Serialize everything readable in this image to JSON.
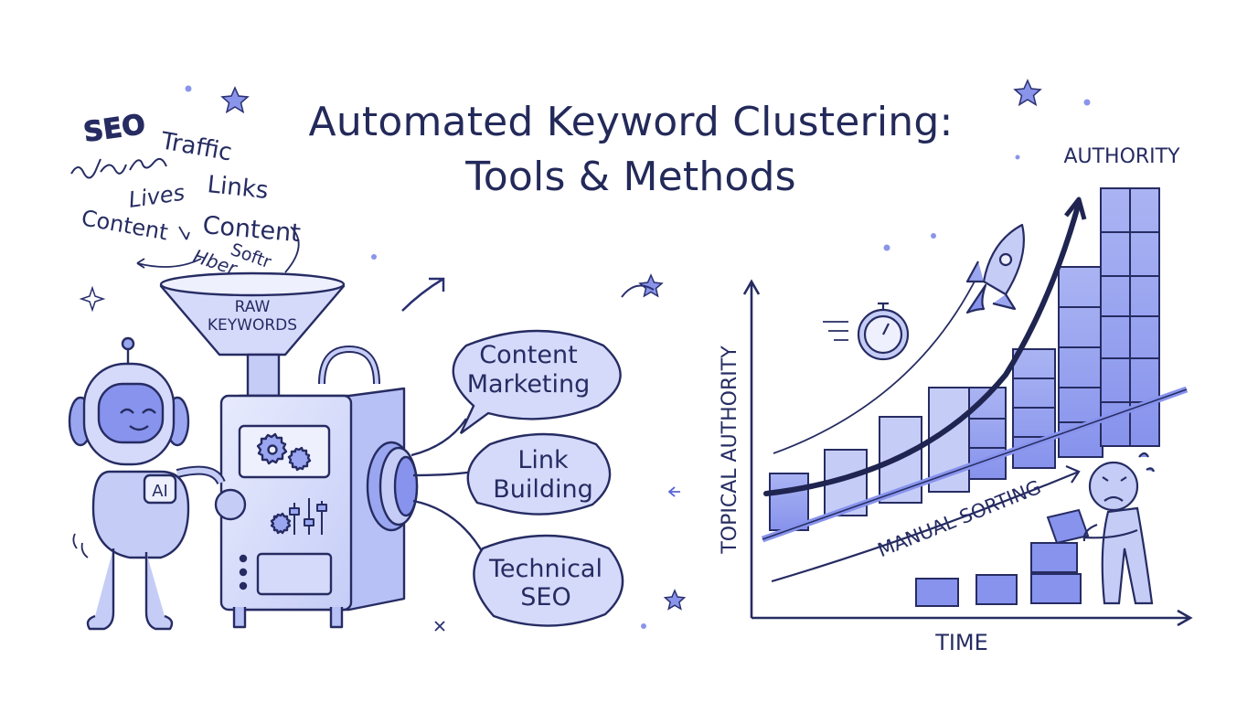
{
  "title": {
    "line1": "Automated Keyword Clustering:",
    "line2": "Tools & Methods"
  },
  "left_scene": {
    "keyword_words": [
      "SEO",
      "Traffic",
      "Links",
      "Lives",
      "Content",
      "Content",
      "Hber",
      "Softr"
    ],
    "funnel_label_line1": "RAW",
    "funnel_label_line2": "KEYWORDS",
    "robot_badge": "AI",
    "outputs": [
      {
        "line1": "Content",
        "line2": "Marketing"
      },
      {
        "line1": "Link",
        "line2": "Building"
      },
      {
        "line1": "Technical",
        "line2": "SEO"
      }
    ]
  },
  "right_chart": {
    "y_axis_label": "TOPICAL AUTHORITY",
    "x_axis_label": "TIME",
    "curve_label": "AUTHORITY",
    "lower_label": "MANUAL SORTING"
  },
  "colors": {
    "ink": "#232a5a",
    "fill": "#9aa6f0",
    "fill_light": "#dfe3fb",
    "accent": "#6b78e6"
  }
}
